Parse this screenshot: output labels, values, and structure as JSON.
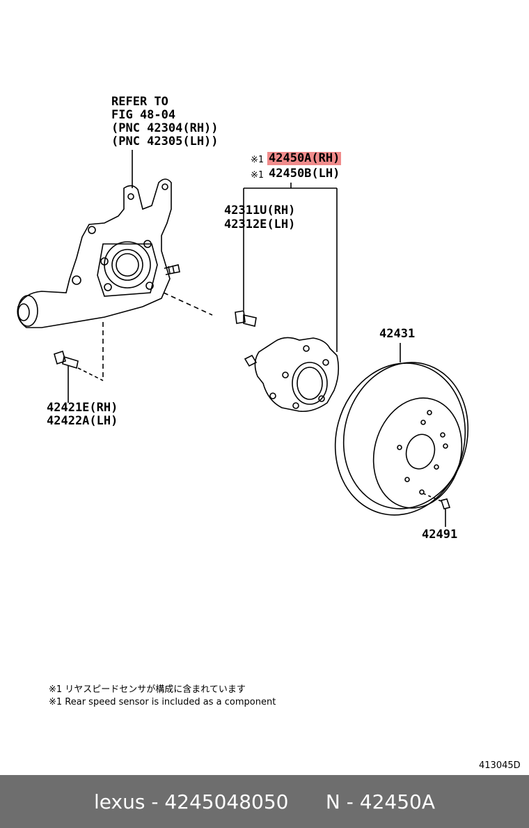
{
  "labels": {
    "refer": [
      "REFER TO",
      "FIG 48-04",
      "(PNC 42304(RH))",
      "(PNC 42305(LH))"
    ],
    "hub_marker": "※1",
    "hub_rh": "42450A(RH)",
    "hub_lh": "42450B(LH)",
    "bolt_rh": "42311U(RH)",
    "bolt_lh": "42312E(LH)",
    "knuckle_bolt_rh": "42421E(RH)",
    "knuckle_bolt_lh": "42422A(LH)",
    "disc": "42431",
    "disc_screw": "42491"
  },
  "notes": {
    "jp": "※1 リヤスピードセンサが構成に含まれています",
    "en": "※1 Rear speed sensor is included as a component"
  },
  "figure_code": "413045D",
  "footer": {
    "brand": "lexus",
    "part_number": "4245048050",
    "pnc": "N - 42450A",
    "sep": " - "
  }
}
